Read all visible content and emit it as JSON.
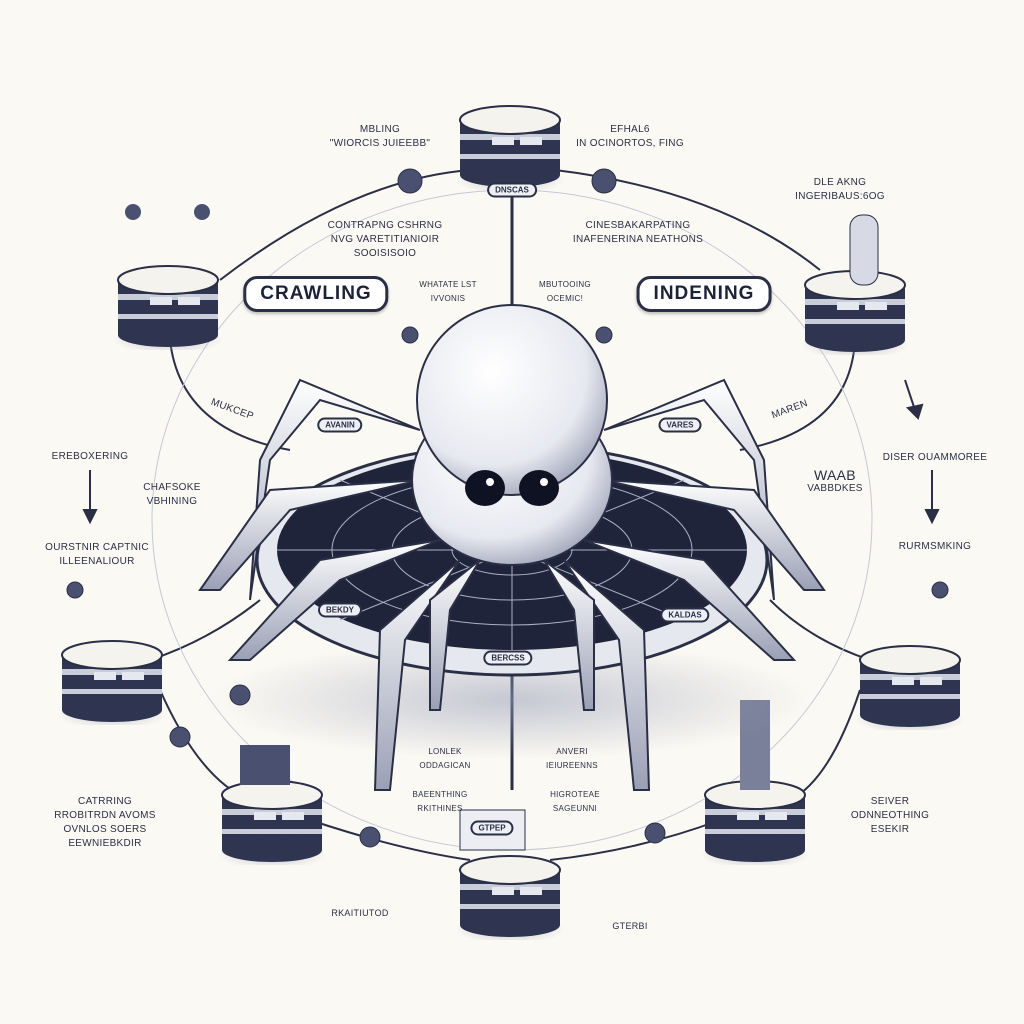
{
  "colors": {
    "background": "#fbf9f3",
    "ink": "#1c2238",
    "steel": "#4a5170",
    "highlight": "#ffffff"
  },
  "sections": {
    "crawling": "CRAWLING",
    "indexing": "INDENING"
  },
  "labels": {
    "top_left": [
      "MBLING",
      "\"WIORCIS JUIEEBB\""
    ],
    "top_right": [
      "EFHAL6",
      "IN OCINORTOS, fING"
    ],
    "far_top_right": [
      "DLE AKNG",
      "INGERIBAUS:6OG"
    ],
    "upper_left": [
      "CONTRAPNG CSHRNG",
      "NVG VARETITIANIOIR",
      "SOOISISOIO"
    ],
    "upper_right": [
      "CINESBAKARPATING",
      "INAFENERINA NEATHONS"
    ],
    "inner_left": [
      "WHATATE LST",
      "IVVONIS"
    ],
    "inner_right": [
      "MBUTOOING",
      "OCEMIC!"
    ],
    "leg_left": [
      "MUKCEP"
    ],
    "leg_right": [
      "MAREN"
    ],
    "left_mid": [
      "EREBOXERING"
    ],
    "right_mid": [
      "DISER OUAMMOREE"
    ],
    "left_inner_mid": [
      "CHAFSOKE",
      "VBHINING"
    ],
    "right_inner_mid": [
      "WAAB",
      "VABBDKES"
    ],
    "left_lower": [
      "OURSTNIR CAPTNIC",
      "ILLEENALIOUR"
    ],
    "right_lower": [
      "RURMSMKING"
    ],
    "bottom_left": [
      "CATRRING",
      "RROBITRDN AVOMS",
      "OVNLOS SOERS",
      "EEWNIEBKDIR"
    ],
    "bottom_right": [
      "SEIVER",
      "ODNNEOTHING",
      "ESEKIR"
    ],
    "bottom_center_left": [
      "LONLEK",
      "ODDAGICAN"
    ],
    "bottom_center_left2": [
      "BAEENTHING",
      "RKITHINES"
    ],
    "bottom_center_right": [
      "ANVERI",
      "IEIUREENNS"
    ],
    "bottom_center_right2": [
      "HIGROTEAE",
      "SAGEUNNI"
    ],
    "bottom_far_left": [
      "RKAITIUTOD"
    ],
    "bottom_far_right": [
      "GTERBI"
    ]
  },
  "tags": {
    "top_db": "DNSCAS",
    "spider_mouth": "BERCSS",
    "leg_tag_left": "AVANIN",
    "leg_tag_right": "VARES",
    "pad_left": "BEKDY",
    "pad_right": "KALDAS",
    "cube": "GTPEP"
  },
  "icons": [
    "database-server-icon",
    "spider-robot-icon",
    "gear-icon",
    "building-icon",
    "node-icon",
    "arrow-down-icon"
  ]
}
